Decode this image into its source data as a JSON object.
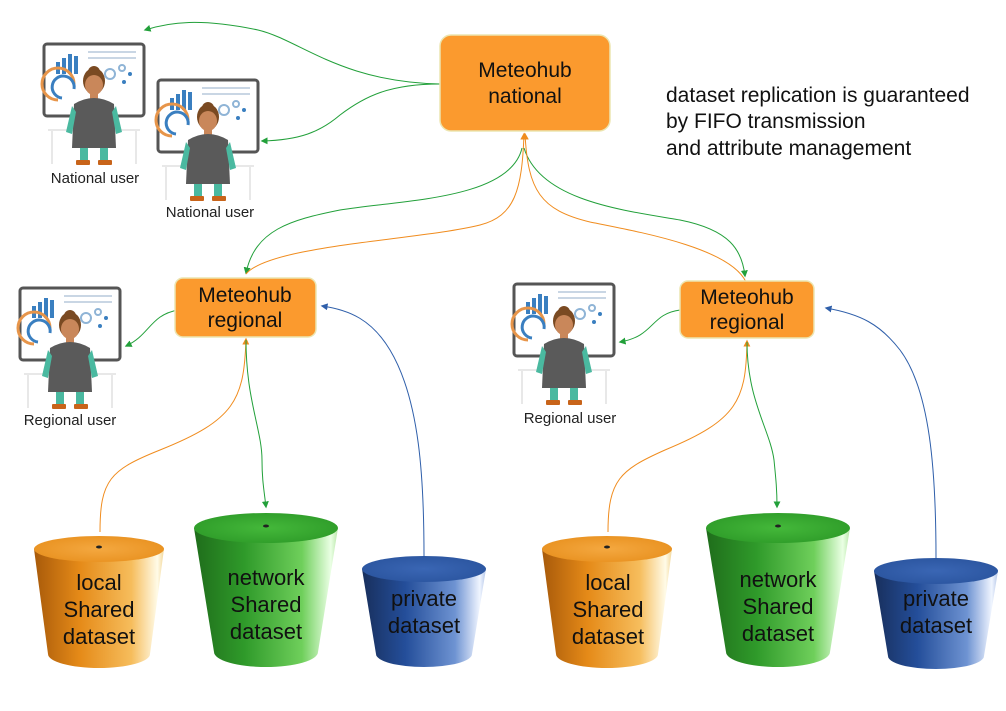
{
  "note": {
    "lines": [
      "dataset replication is guaranteed",
      "by FIFO transmission",
      "and attribute management"
    ]
  },
  "hubs": {
    "national": {
      "line1": "Meteohub",
      "line2": "national"
    },
    "regional_left": {
      "line1": "Meteohub",
      "line2": "regional"
    },
    "regional_right": {
      "line1": "Meteohub",
      "line2": "regional"
    }
  },
  "users": {
    "national_1": "National user",
    "national_2": "National user",
    "regional_left": "Regional user",
    "regional_right": "Regional user"
  },
  "datasets": {
    "left_local": [
      "local",
      "Shared",
      "dataset"
    ],
    "left_network": [
      "network",
      "Shared",
      "dataset"
    ],
    "left_private": [
      "private",
      "dataset"
    ],
    "right_local": [
      "local",
      "Shared",
      "dataset"
    ],
    "right_network": [
      "network",
      "Shared",
      "dataset"
    ],
    "right_private": [
      "private",
      "dataset"
    ]
  },
  "colors": {
    "hub": "#fb9a2e",
    "hub_border": "#e8e2a8",
    "arrow_green": "#22a03a",
    "arrow_orange": "#f08c1e",
    "arrow_blue": "#2f5faa",
    "cyl_orange": "#e58a18",
    "cyl_green": "#2f9a2a",
    "cyl_blue": "#244e9a"
  }
}
